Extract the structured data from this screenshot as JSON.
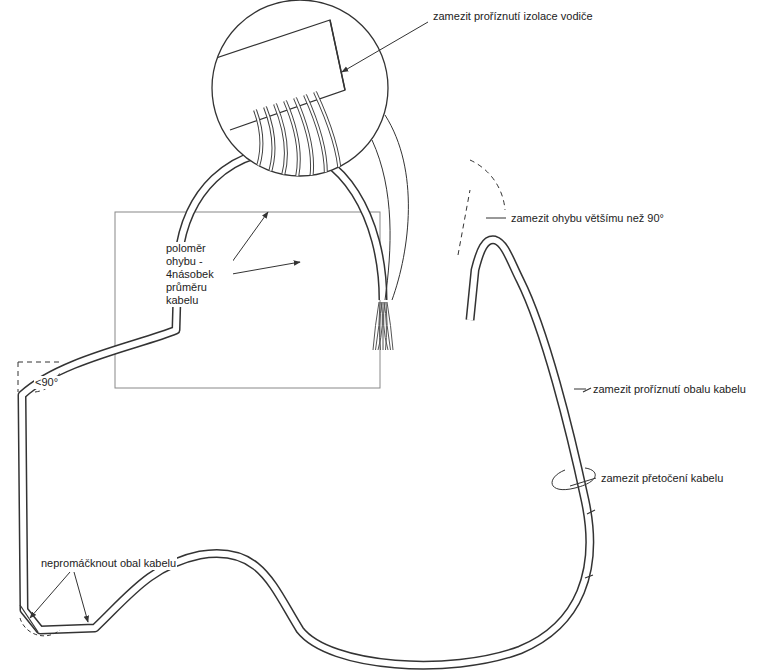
{
  "diagram": {
    "labels": [
      "zamezit proříznutí izolace vodiče",
      "zamezit ohybu většímu než 90°",
      "poloměr ohybu - 4násobek průměru kabelu",
      "<90°",
      "zamezit proříznutí obalu kabelu",
      "zamezit přetočení kabelu",
      "nepromáčknout obal kabelu"
    ]
  }
}
